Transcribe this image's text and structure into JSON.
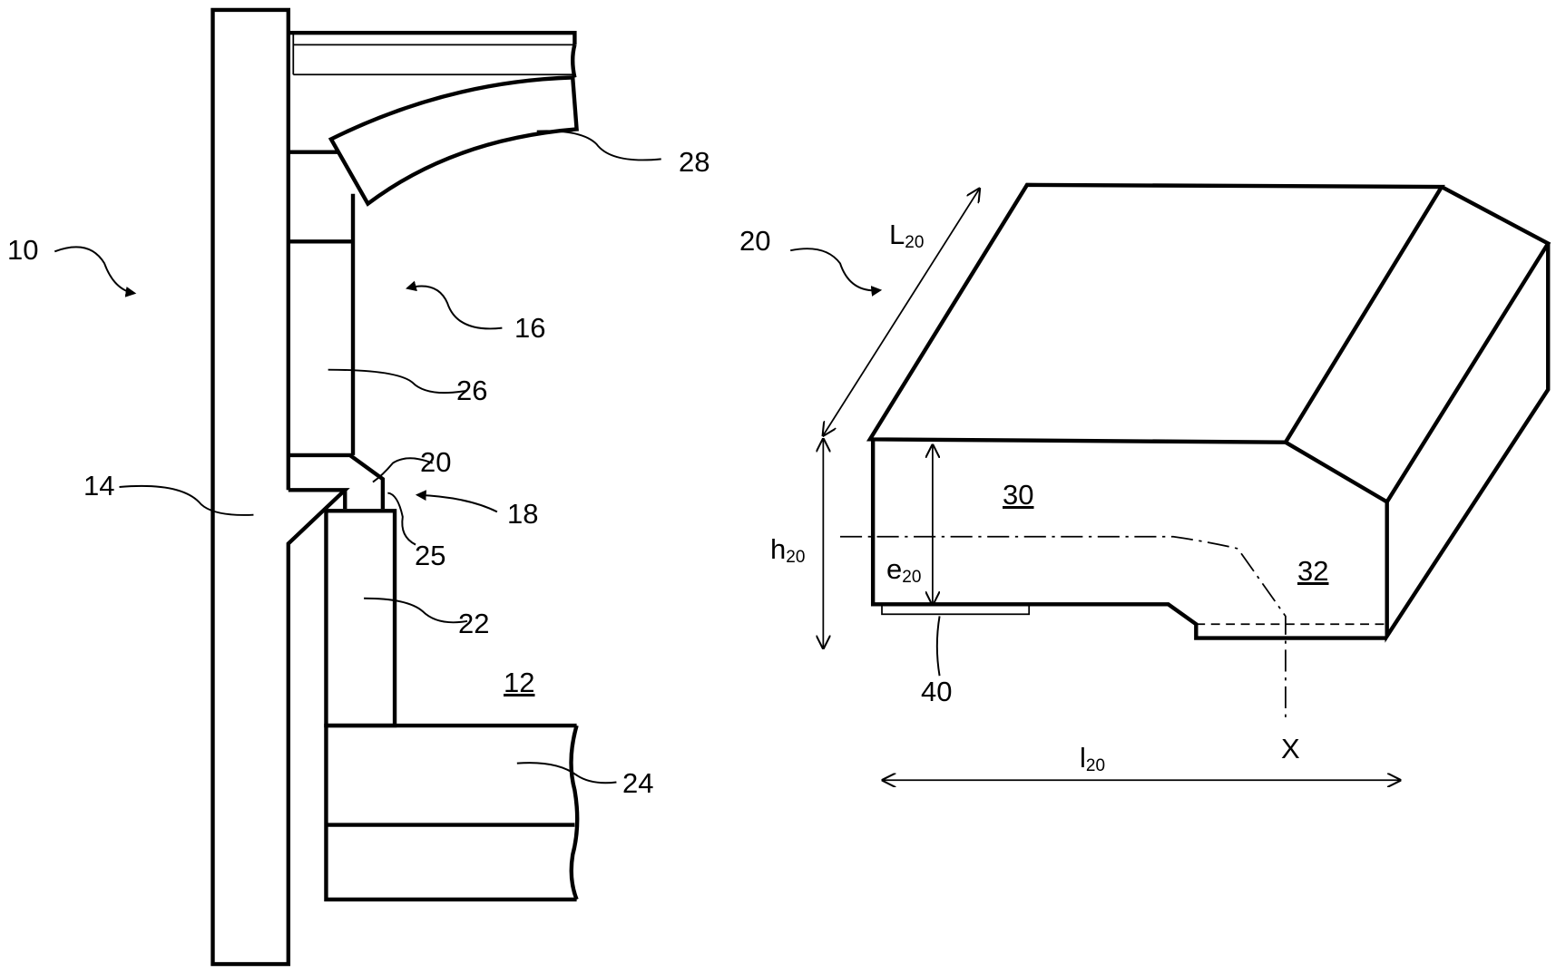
{
  "figure_left": {
    "labels": {
      "l10": "10",
      "l14": "14",
      "l16": "16",
      "l18": "18",
      "l20": "20",
      "l22": "22",
      "l24": "24",
      "l25": "25",
      "l26": "26",
      "l28": "28",
      "l12": "12"
    }
  },
  "figure_right": {
    "labels": {
      "l20": "20",
      "l30": "30",
      "l32": "32",
      "l40": "40",
      "x_axis": "X"
    },
    "dimensions": {
      "length_main": "L",
      "length_sub": "20",
      "height_main": "h",
      "height_sub": "20",
      "thickness_main": "e",
      "thickness_sub": "20",
      "width_main": "l",
      "width_sub": "20"
    }
  },
  "colors": {
    "ink": "#000000",
    "background": "#ffffff"
  }
}
